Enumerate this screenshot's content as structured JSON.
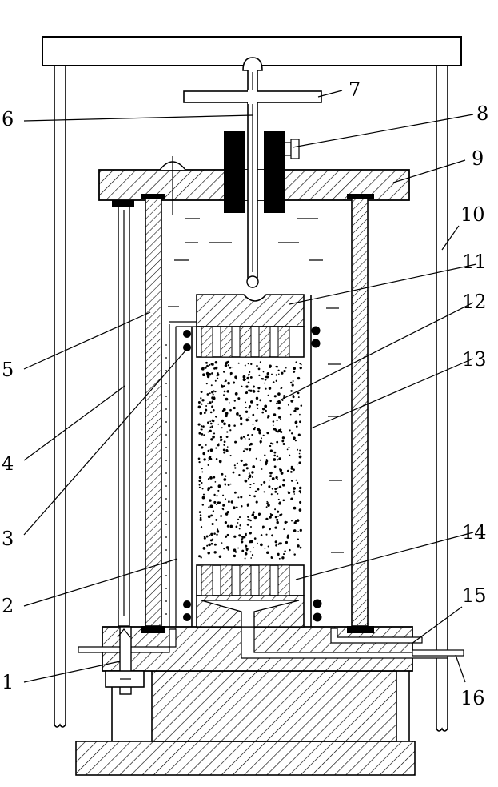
{
  "labels": [
    {
      "id": "1",
      "text": "1"
    },
    {
      "id": "2",
      "text": "2"
    },
    {
      "id": "3",
      "text": "3"
    },
    {
      "id": "4",
      "text": "4"
    },
    {
      "id": "5",
      "text": "5"
    },
    {
      "id": "6",
      "text": "6"
    },
    {
      "id": "7",
      "text": "7"
    },
    {
      "id": "8",
      "text": "8"
    },
    {
      "id": "9",
      "text": "9"
    },
    {
      "id": "10",
      "text": "10"
    },
    {
      "id": "11",
      "text": "11"
    },
    {
      "id": "12",
      "text": "12"
    },
    {
      "id": "13",
      "text": "13"
    },
    {
      "id": "14",
      "text": "14"
    },
    {
      "id": "15",
      "text": "15"
    },
    {
      "id": "16",
      "text": "16"
    }
  ],
  "colors": {
    "ink": "#000000",
    "paper": "#ffffff"
  }
}
